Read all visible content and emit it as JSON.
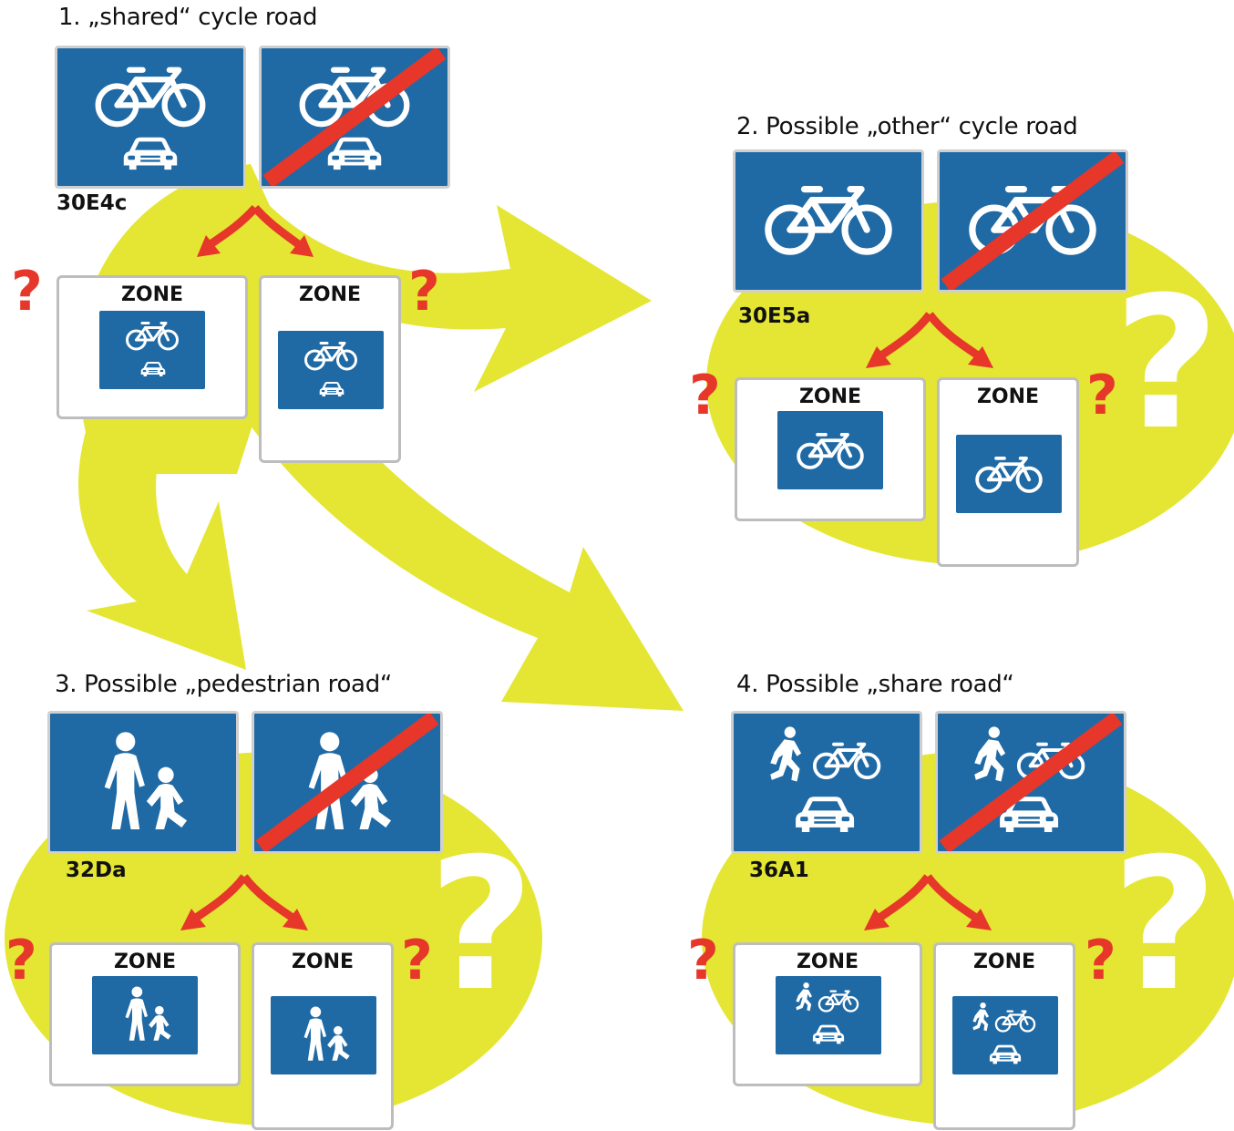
{
  "colors": {
    "sign_blue": "#1f6aa5",
    "blob_yellow": "#e4e633",
    "red": "#e6372a",
    "pictogram": "#ffffff"
  },
  "sections": [
    {
      "heading": "1. „shared“ cycle road",
      "code": "30E4c",
      "sign_icons": [
        "bicycle-icon",
        "car-icon"
      ],
      "zone_labels": [
        "ZONE",
        "ZONE"
      ]
    },
    {
      "heading": "2. Possible „other“ cycle road",
      "code": "30E5a",
      "sign_icons": [
        "bicycle-icon"
      ],
      "zone_labels": [
        "ZONE",
        "ZONE"
      ]
    },
    {
      "heading": "3. Possible „pedestrian road“",
      "code": "32Da",
      "sign_icons": [
        "adult-child-pedestrians-icon"
      ],
      "zone_labels": [
        "ZONE",
        "ZONE"
      ]
    },
    {
      "heading": "4. Possible „share road“",
      "code": "36A1",
      "sign_icons": [
        "pedestrian-icon",
        "bicycle-icon",
        "car-icon"
      ],
      "zone_labels": [
        "ZONE",
        "ZONE"
      ]
    }
  ],
  "question_mark": "?"
}
